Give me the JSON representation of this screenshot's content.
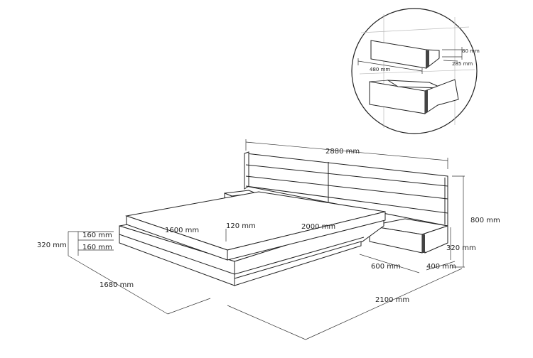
{
  "labels": {
    "headboard_width": "2880 mm",
    "headboard_height": "800 mm",
    "total_length": "2100 mm",
    "total_width": "1680 mm",
    "mattress_width": "1600 mm",
    "mattress_length": "2000 mm",
    "mattress_thickness": "120 mm",
    "base_upper": "160 mm",
    "base_lower": "160 mm",
    "base_total": "320 mm",
    "nightstand_height": "320 mm",
    "nightstand_width": "600 mm",
    "nightstand_depth": "400 mm",
    "drawer_width": "480 mm",
    "drawer_height": "80 mm",
    "drawer_depth": "285 mm"
  }
}
